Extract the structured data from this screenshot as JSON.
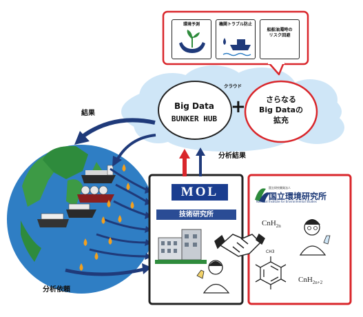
{
  "benefits": [
    {
      "label": "環境予測",
      "icon": "hands-plant-icon"
    },
    {
      "label": "機関トラブル防止",
      "icon": "ship-oil-drop-icon"
    },
    {
      "label": "船舶油濁時の\nリスク回避",
      "icon": "risk-text"
    }
  ],
  "cloud": {
    "label": "クラウド",
    "hub_title": "Big Data",
    "hub_subtitle": "BUNKER HUB",
    "plus": "+",
    "more_line1": "さらなる",
    "more_line2": "Big Dataの",
    "more_line3": "拡充"
  },
  "callouts": {
    "result": "結果",
    "analysis_result": "分析結果",
    "analysis_request": "分析依頼"
  },
  "mol": {
    "logo": "MOL",
    "lab": "技術研究所"
  },
  "nies": {
    "small": "国立研究開発法人",
    "name": "国立環境研究所",
    "english": "National Institute for Environmental Studies",
    "formula1_base": "CnH",
    "formula1_sub": "2n",
    "formula2_base": "CnH",
    "formula2_sub": "2n+2",
    "benzene_top": "CH3"
  },
  "colors": {
    "red": "#d9262b",
    "navy": "#1f3a7a",
    "cloud": "#cfe6f7",
    "ocean": "#2f7ec4",
    "land": "#2e8b3c",
    "drop": "#f2a01f"
  }
}
